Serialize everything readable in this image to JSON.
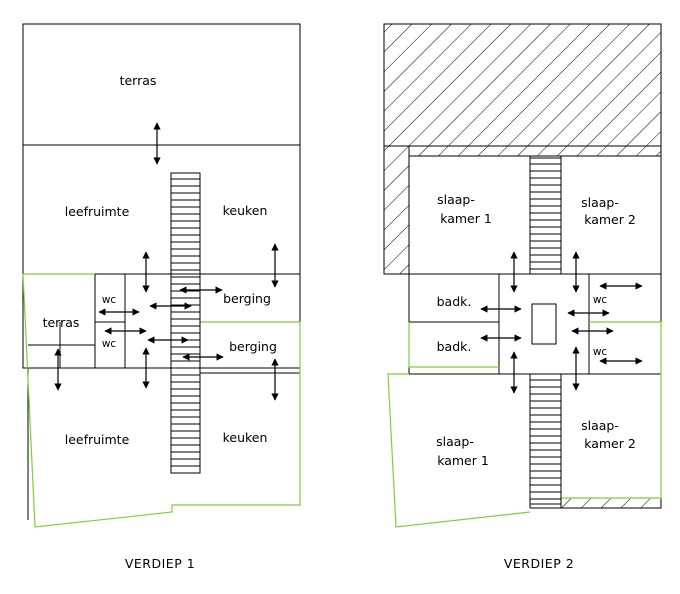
{
  "colors": {
    "walls": "#000000",
    "boundary": "#7ecf3a",
    "background": "#ffffff"
  },
  "plans": [
    {
      "caption": "VERDIEP  1",
      "rooms": {
        "terras_top": "terras",
        "leefruimte_top": "leefruimte",
        "keuken_top": "keuken",
        "wc_top": "wc",
        "berging_top": "berging",
        "terras_mid": "terras",
        "wc_bottom": "wc",
        "berging_bottom": "berging",
        "leefruimte_bottom": "leefruimte",
        "keuken_bottom": "keuken"
      }
    },
    {
      "caption": "VERDIEP  2",
      "rooms": {
        "slaapkamer1_top_a": "slaap-",
        "slaapkamer1_top_b": "kamer 1",
        "slaapkamer2_top_a": "slaap-",
        "slaapkamer2_top_b": "kamer 2",
        "badk_top": "badk.",
        "wc_top": "wc",
        "badk_bottom": "badk.",
        "wc_bottom": "wc",
        "slaapkamer1_bottom_a": "slaap-",
        "slaapkamer1_bottom_b": "kamer 1",
        "slaapkamer2_bottom_a": "slaap-",
        "slaapkamer2_bottom_b": "kamer 2"
      }
    }
  ]
}
